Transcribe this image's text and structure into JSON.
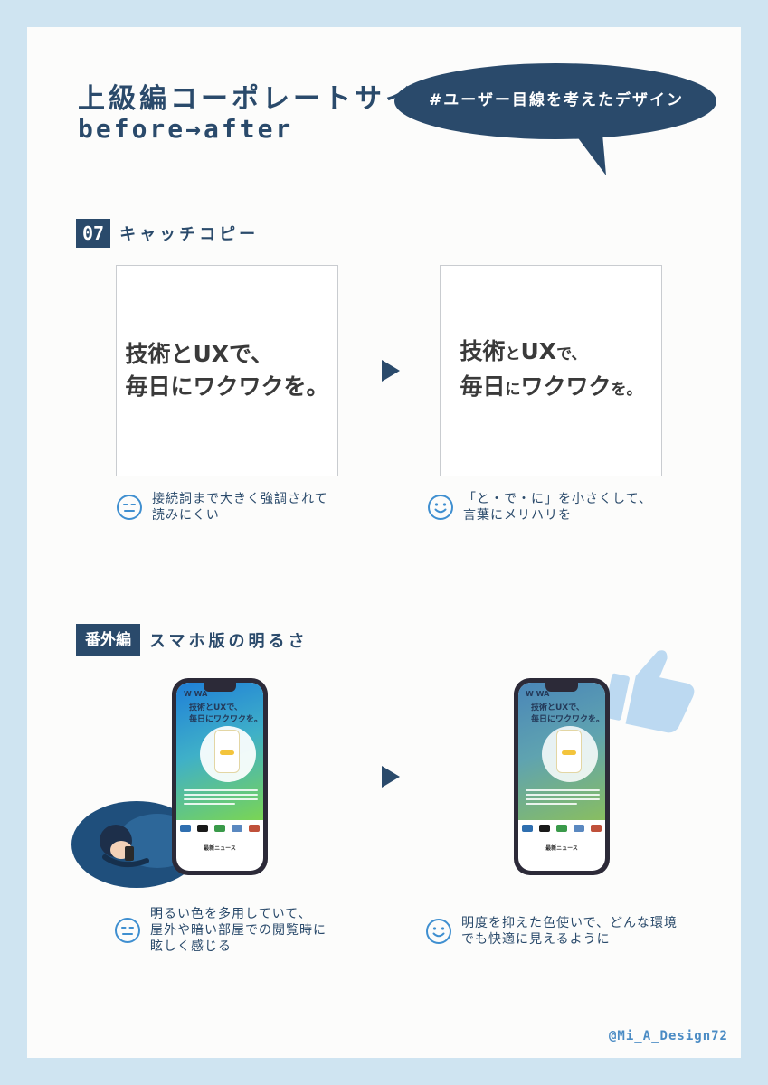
{
  "header": {
    "title_line1": "上級編コーポレートサイト",
    "title_line2": "before→after",
    "bubble_text": "#ユーザー目線を考えたデザイン"
  },
  "section1": {
    "number": "07",
    "label": "キャッチコピー",
    "before_copy": {
      "line1": "技術とUXで、",
      "line2": "毎日にワクワクを。"
    },
    "after_copy": {
      "line1": [
        {
          "t": "技術",
          "big": true
        },
        {
          "t": "と",
          "big": false
        },
        {
          "t": "UX",
          "big": true
        },
        {
          "t": "で、",
          "big": false
        }
      ],
      "line2": [
        {
          "t": "毎日",
          "big": true
        },
        {
          "t": "に",
          "big": false
        },
        {
          "t": "ワクワク",
          "big": true
        },
        {
          "t": "を。",
          "big": false
        }
      ]
    },
    "before_note": {
      "face": "neutral-face-icon",
      "line1": "接続詞まで大きく強調されて",
      "line2": "読みにくい"
    },
    "after_note": {
      "face": "smile-face-icon",
      "line1": "「と・で・に」を小さくして、",
      "line2": "言葉にメリハリを"
    }
  },
  "section2": {
    "badge": "番外編",
    "label": "スマホ版の明るさ",
    "phone": {
      "brand": "W WA",
      "copy_line1": "技術とUXで、",
      "copy_line2": "毎日にワクワクを。",
      "news": "最新ニュース"
    },
    "before_note": {
      "face": "neutral-face-icon",
      "line1": "明るい色を多用していて、",
      "line2": "屋外や暗い部屋での閲覧時に",
      "line3": "眩しく感じる"
    },
    "after_note": {
      "face": "smile-face-icon",
      "line1": "明度を抑えた色使いで、どんな環境",
      "line2": "でも快適に見えるように"
    }
  },
  "colors": {
    "navy": "#2a4a6b",
    "frame": "#cfe4f1",
    "face_blue": "#3f8fd0",
    "before_screen_top": "#1f7fd8",
    "before_screen_bottom": "#7fd84a",
    "after_screen_top": "#4a86b8",
    "after_screen_bottom": "#8cc05a"
  },
  "footer": {
    "handle": "@Mi_A_Design72"
  }
}
